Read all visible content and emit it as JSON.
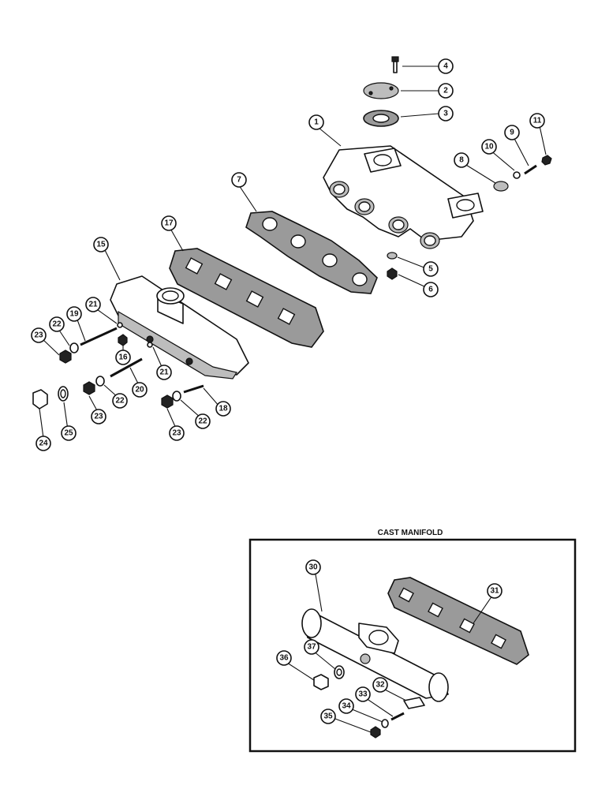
{
  "inset": {
    "title": "CAST MANIFOLD"
  },
  "callouts": {
    "c1": "1",
    "c2": "2",
    "c3": "3",
    "c4": "4",
    "c5": "5",
    "c6": "6",
    "c7": "7",
    "c8": "8",
    "c9": "9",
    "c10": "10",
    "c11": "11",
    "c15": "15",
    "c16": "16",
    "c17": "17",
    "c18": "18",
    "c19": "19",
    "c20": "20",
    "c21a": "21",
    "c21b": "21",
    "c22a": "22",
    "c22b": "22",
    "c22c": "22",
    "c23a": "23",
    "c23b": "23",
    "c23c": "23",
    "c24": "24",
    "c25": "25",
    "c30": "30",
    "c31": "31",
    "c32": "32",
    "c33": "33",
    "c34": "34",
    "c35": "35",
    "c36": "36",
    "c37": "37"
  }
}
